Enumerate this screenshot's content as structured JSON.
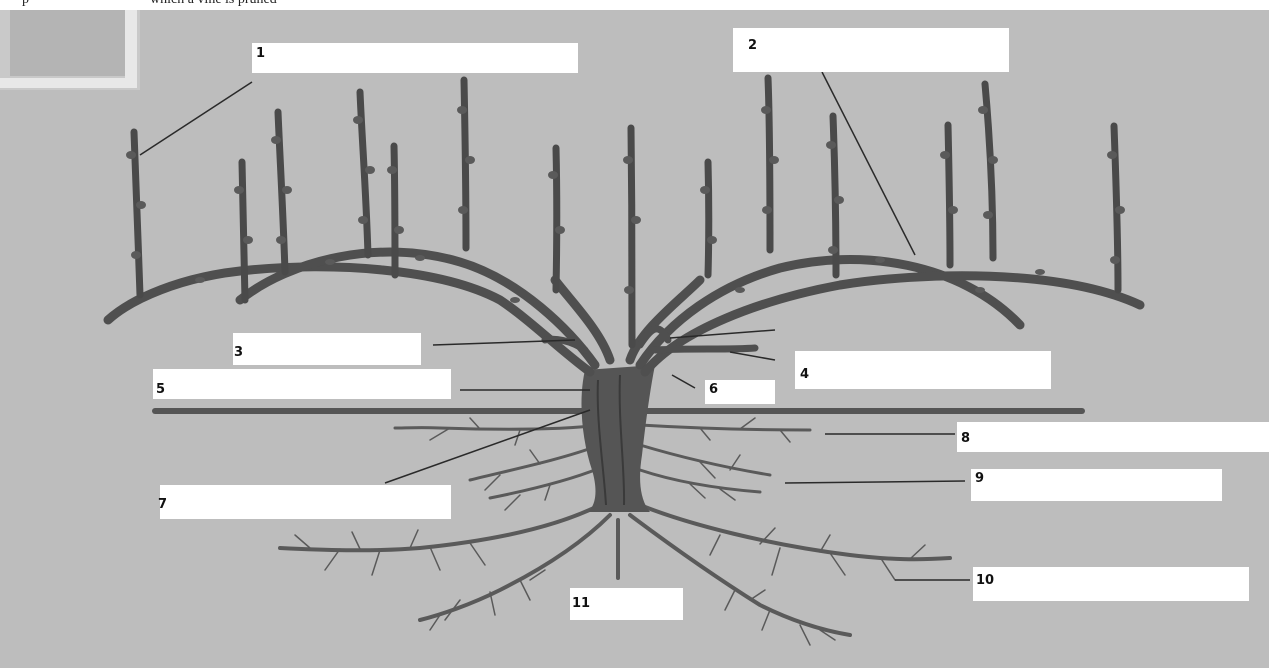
{
  "header": {
    "left_fragment": "p",
    "right_fragment": "which a vine is pruned"
  },
  "labels": [
    {
      "number": "1",
      "answer": ""
    },
    {
      "number": "2",
      "answer": ""
    },
    {
      "number": "3",
      "answer": ""
    },
    {
      "number": "4",
      "answer": ""
    },
    {
      "number": "5",
      "answer": ""
    },
    {
      "number": "6",
      "answer": ""
    },
    {
      "number": "7",
      "answer": ""
    },
    {
      "number": "8",
      "answer": ""
    },
    {
      "number": "9",
      "answer": ""
    },
    {
      "number": "10",
      "answer": ""
    },
    {
      "number": "11",
      "answer": ""
    }
  ],
  "colors": {
    "background": "#bdbdbd",
    "vine": "#4f4f4f",
    "vine_dark": "#3a3a3a",
    "ground_line": "#555555",
    "roots": "#5a5a5a",
    "label_box": "#ffffff"
  }
}
